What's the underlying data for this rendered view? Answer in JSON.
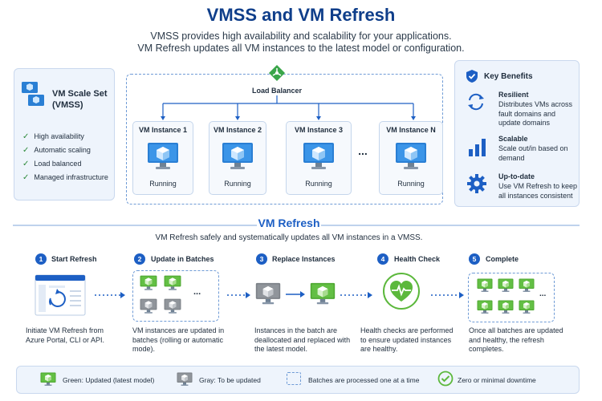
{
  "header": {
    "title": "VMSS and VM Refresh",
    "subtitle_line1": "VMSS provides high availability and scalability for your applications.",
    "subtitle_line2": "VM Refresh updates all VM instances to the latest model or configuration."
  },
  "vmss": {
    "title_line1": "VM Scale Set",
    "title_line2": "(VMSS)",
    "features": [
      "High availability",
      "Automatic scaling",
      "Load balanced",
      "Managed infrastructure"
    ]
  },
  "load_balancer": {
    "label": "Load Balancer"
  },
  "instances": [
    {
      "name": "VM Instance 1",
      "status": "Running"
    },
    {
      "name": "VM Instance 2",
      "status": "Running"
    },
    {
      "name": "VM Instance 3",
      "status": "Running"
    },
    {
      "name": "VM Instance N",
      "status": "Running"
    }
  ],
  "ellipsis": "...",
  "benefits": {
    "title": "Key Benefits",
    "items": [
      {
        "title": "Resilient",
        "desc": "Distributes VMs across fault domains and update domains",
        "icon": "refresh-icon"
      },
      {
        "title": "Scalable",
        "desc": "Scale out/in based on demand",
        "icon": "bar-chart-icon"
      },
      {
        "title": "Up-to-date",
        "desc": "Use VM Refresh to keep all instances consistent",
        "icon": "gear-icon"
      }
    ]
  },
  "refresh": {
    "title": "VM Refresh",
    "subtitle": "VM Refresh safely and systematically updates all VM instances in a VMSS.",
    "steps": [
      {
        "num": "1",
        "title": "Start Refresh",
        "desc": "Initiate VM Refresh from Azure Portal, CLI or API."
      },
      {
        "num": "2",
        "title": "Update in Batches",
        "desc": "VM instances are updated in batches (rolling or automatic mode)."
      },
      {
        "num": "3",
        "title": "Replace Instances",
        "desc": "Instances in the batch are deallocated and replaced with the latest model."
      },
      {
        "num": "4",
        "title": "Health Check",
        "desc": "Health checks are performed to ensure updated instances are healthy."
      },
      {
        "num": "5",
        "title": "Complete",
        "desc": "Once all batches are updated and healthy, the refresh completes."
      }
    ]
  },
  "legend": {
    "green": "Green: Updated (latest model)",
    "gray": "Gray: To be updated",
    "batch": "Batches are processed one at a time",
    "downtime": "Zero or minimal downtime"
  },
  "colors": {
    "primary": "#1d5fc4",
    "title": "#0f3e8a",
    "green": "#5cb83c",
    "gray": "#8a8f96",
    "monitor_blue": "#2a7fd4"
  }
}
